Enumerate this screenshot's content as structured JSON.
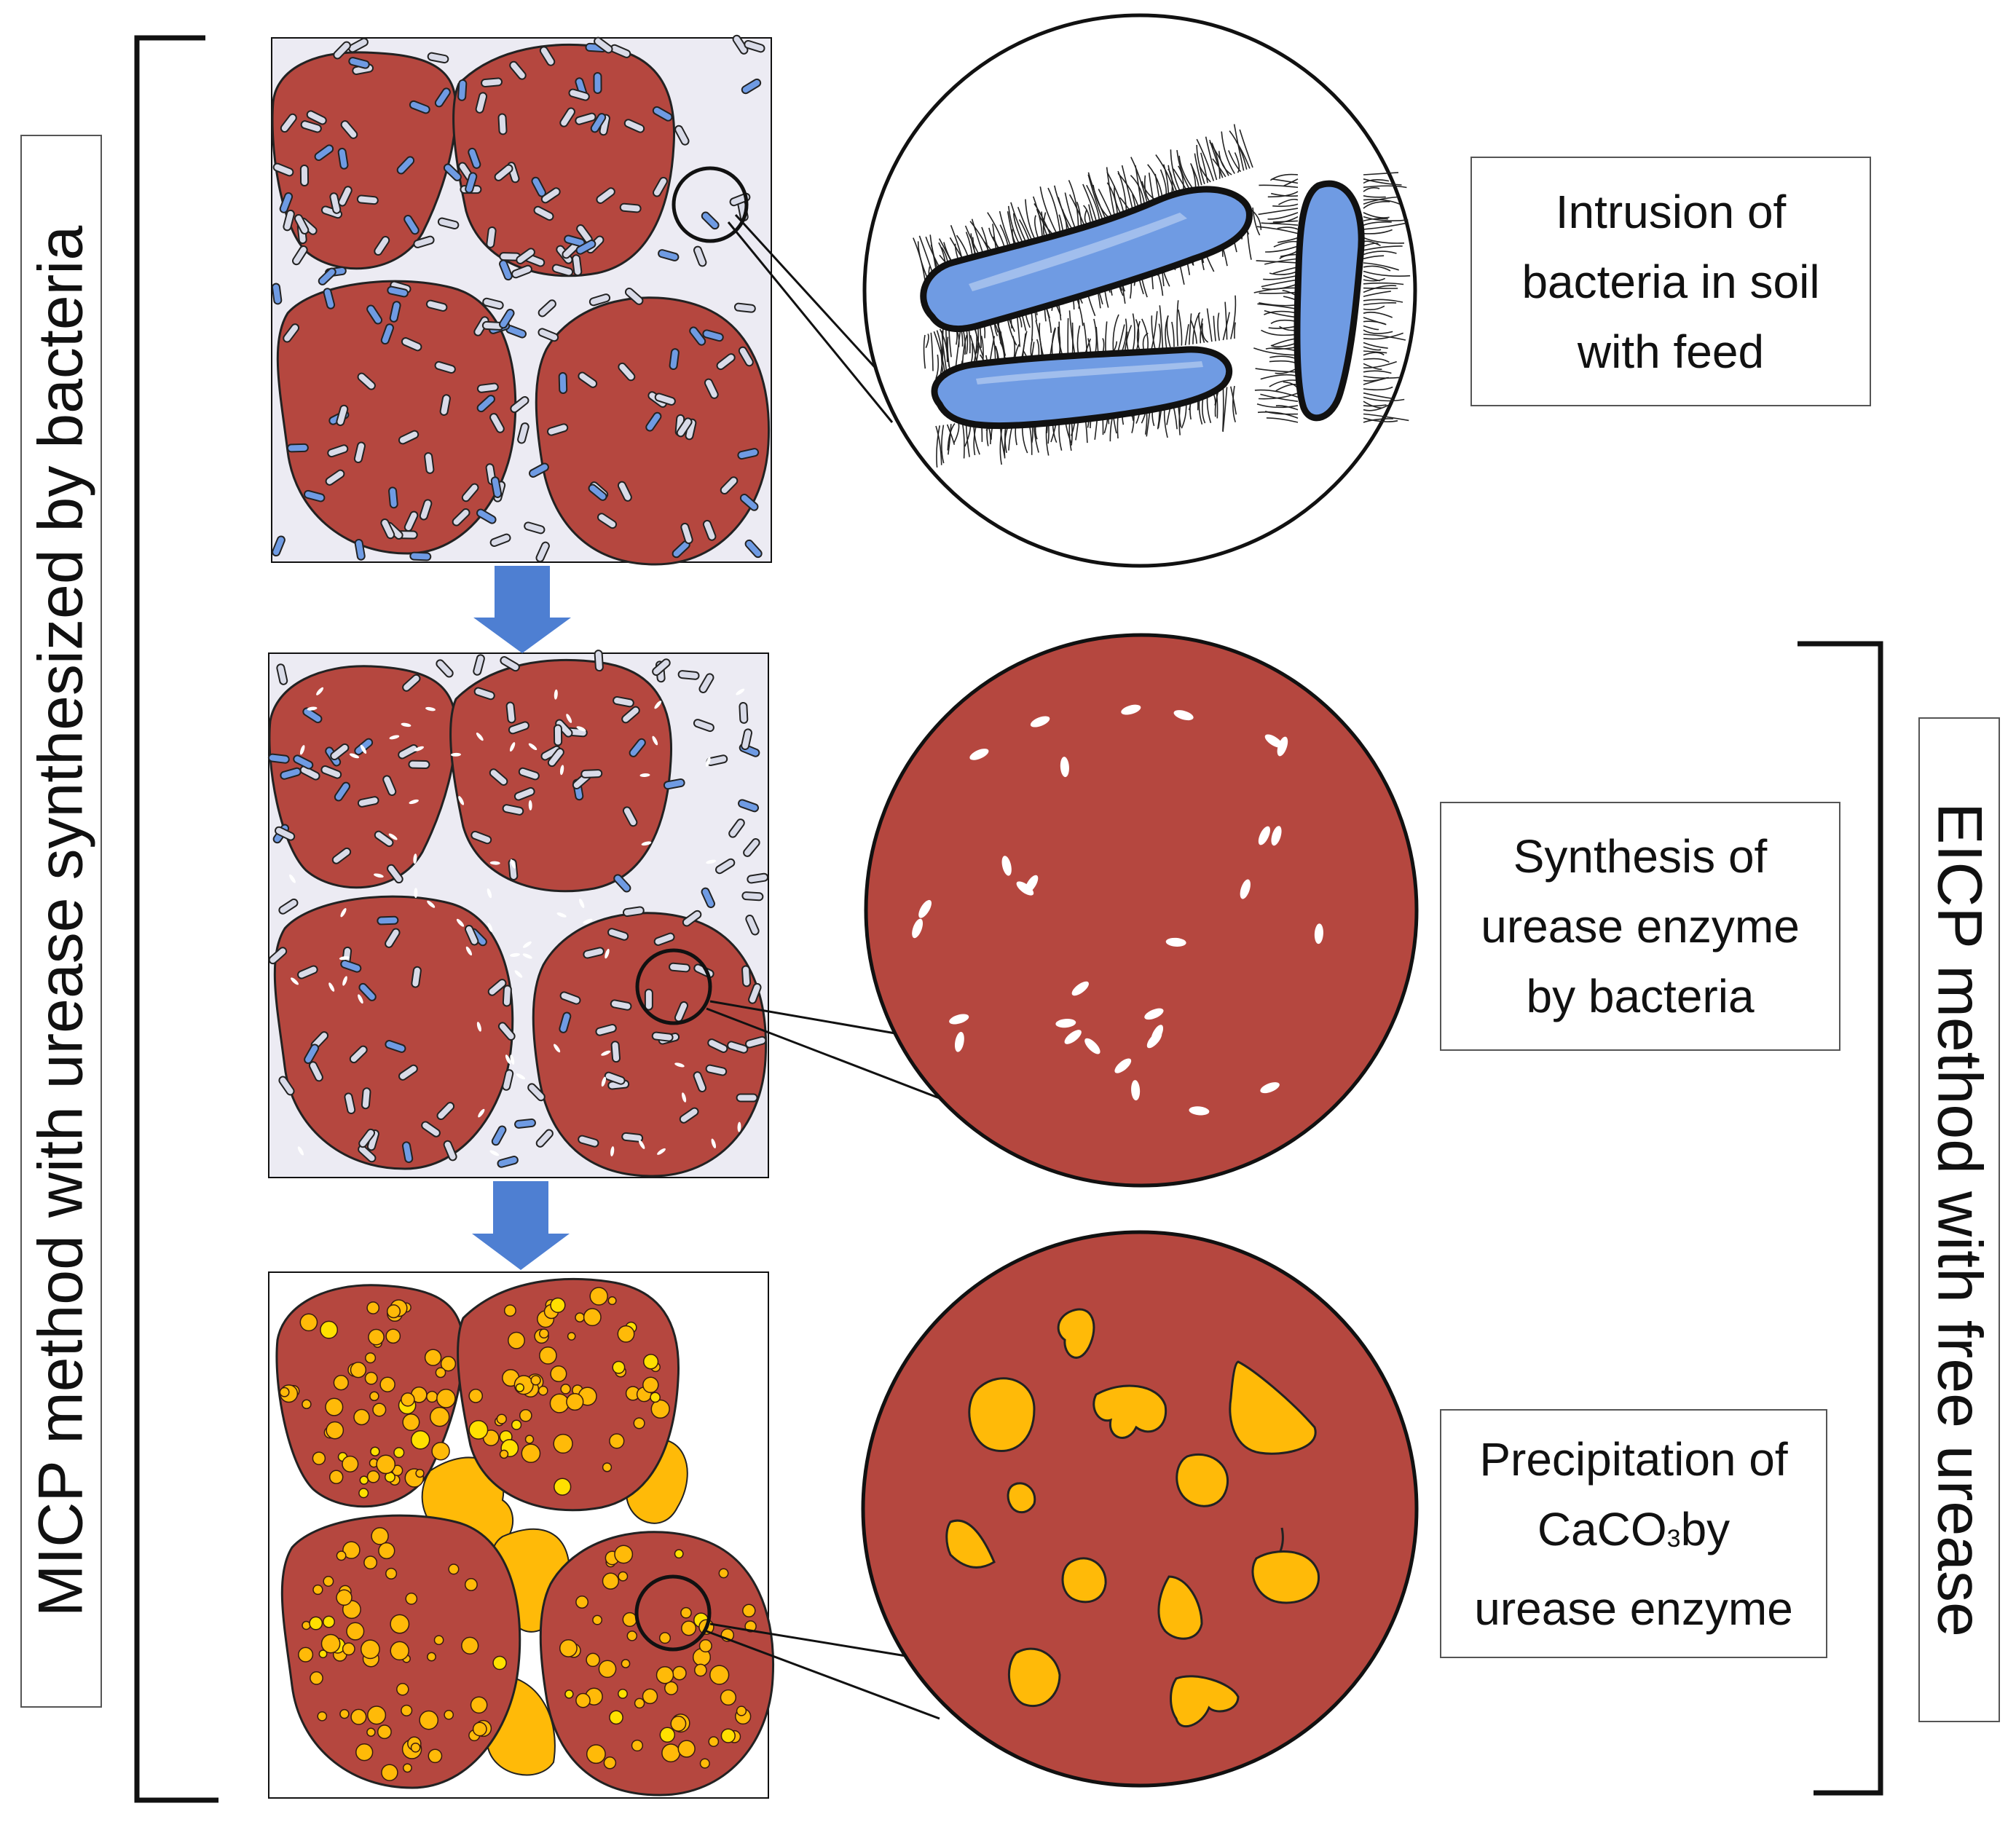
{
  "left_label": "MICP method with urease synthesized by bacteria",
  "right_label": "EICP method with free urease",
  "steps": [
    {
      "lines": [
        "Intrusion of",
        "bacteria in soil",
        "with feed"
      ]
    },
    {
      "lines": [
        "Synthesis of",
        "urease enzyme",
        "by bacteria"
      ]
    },
    {
      "lines": [
        "Precipitation of",
        "CaCO",
        "3",
        "by",
        "urease enzyme"
      ]
    }
  ],
  "colors": {
    "soil": "#b5473f",
    "pore": "#ecebf3",
    "bacteria": "#6f9be3",
    "arrow": "#4e7fd2",
    "calcite": "#ffba08",
    "outline": "#111111"
  }
}
